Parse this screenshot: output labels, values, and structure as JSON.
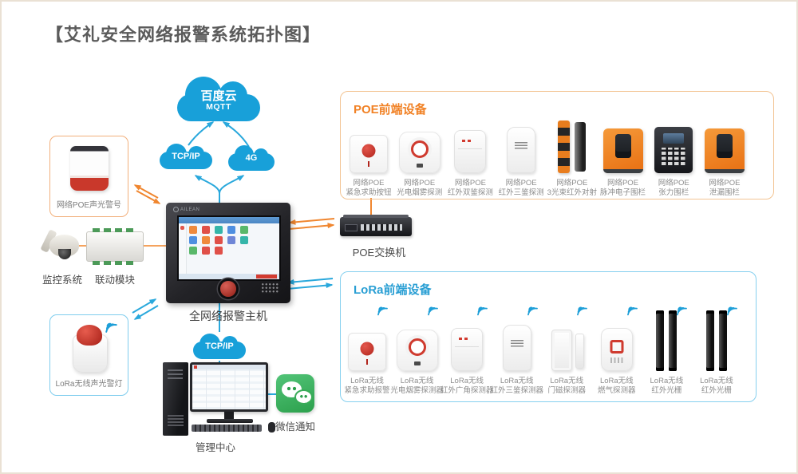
{
  "title": "【艾礼安全网络报警系统拓扑图】",
  "cloud": {
    "name": "百度云",
    "protocol": "MQTT"
  },
  "uplinks": {
    "tcpip": "TCP/IP",
    "cellular": "4G"
  },
  "downlink": {
    "tcpip": "TCP/IP"
  },
  "left_column": {
    "poe_siren_label": "网络POE声光警号",
    "camera_label": "监控系统",
    "module_label": "联动模块",
    "lora_siren_label": "LoRa无线声光警灯"
  },
  "host": {
    "brand": "AILEAN",
    "label": "全网络报警主机"
  },
  "poe_switch": {
    "label": "POE交换机"
  },
  "management": {
    "label": "管理中心"
  },
  "wechat": {
    "label": "微信通知"
  },
  "poe_box": {
    "title": "POE前端设备",
    "devices": [
      {
        "line1": "网络POE",
        "line2": "紧急求助按钮",
        "icon": "emergency-button"
      },
      {
        "line1": "网络POE",
        "line2": "光电烟雾探测",
        "icon": "smoke-detector"
      },
      {
        "line1": "网络POE",
        "line2": "红外双鉴探测",
        "icon": "pir-dual"
      },
      {
        "line1": "网络POE",
        "line2": "红外三鉴探测",
        "icon": "pir-triple"
      },
      {
        "line1": "网络POE",
        "line2": "3光束红外对射",
        "icon": "beam-detector"
      },
      {
        "line1": "网络POE",
        "line2": "脉冲电子围栏",
        "icon": "fence-pulse"
      },
      {
        "line1": "网络POE",
        "line2": "张力围栏",
        "icon": "fence-tension"
      },
      {
        "line1": "网络POE",
        "line2": "泄漏围栏",
        "icon": "fence-leak"
      }
    ]
  },
  "lora_box": {
    "title": "LoRa前端设备",
    "devices": [
      {
        "line1": "LoRa无线",
        "line2": "紧急求助报警",
        "icon": "emergency-button",
        "wireless": true
      },
      {
        "line1": "LoRa无线",
        "line2": "光电烟雾探测器",
        "icon": "smoke-detector",
        "wireless": true
      },
      {
        "line1": "LoRa无线",
        "line2": "红外广角探测器",
        "icon": "pir-dual",
        "wireless": true
      },
      {
        "line1": "LoRa无线",
        "line2": "红外三鉴探测器",
        "icon": "pir-triple",
        "wireless": true
      },
      {
        "line1": "LoRa无线",
        "line2": "门磁探测器",
        "icon": "door-magnet",
        "wireless": true
      },
      {
        "line1": "LoRa无线",
        "line2": "燃气探测器",
        "icon": "gas-detector",
        "wireless": true
      },
      {
        "line1": "LoRa无线",
        "line2": "红外光栅",
        "icon": "infrared-grating",
        "wireless": true
      },
      {
        "line1": "LoRa无线",
        "line2": "红外光栅",
        "icon": "infrared-grating",
        "wireless": true
      }
    ]
  },
  "colors": {
    "blue": "#29a8dc",
    "orange": "#f0862f",
    "poe_accent": "#f18226",
    "lora_accent": "#2a9fd4",
    "wechat_green": "#3cb554"
  }
}
